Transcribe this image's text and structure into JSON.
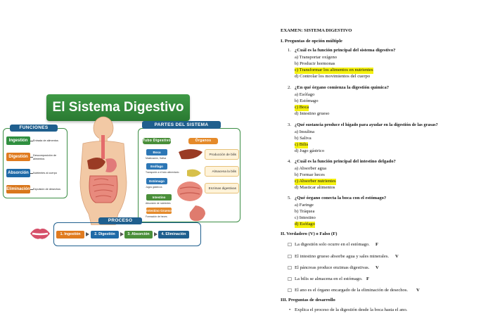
{
  "infographic": {
    "title": "El Sistema Digestivo",
    "funciones": {
      "header": "FUNCIONES",
      "items": [
        {
          "label": "Ingestión",
          "desc": "Entrada de alimentos",
          "color": "#2f8f3f"
        },
        {
          "label": "Digestión",
          "desc": "Descomposición de alimentos",
          "color": "#e07b1f"
        },
        {
          "label": "Absorción",
          "desc": "Nutrientes al cuerpo",
          "color": "#1f6aa7"
        },
        {
          "label": "Eliminación",
          "desc": "Expulsión de desechos",
          "color": "#d9771c"
        }
      ]
    },
    "partes": {
      "header": "PARTES DEL SISTEMA DIGESTIVO",
      "tubo_header": "Tubo Digestivo",
      "anexos_header": "Órganos Anexos",
      "tubo_items": [
        {
          "label": "Boca",
          "sub": "Masticación, Saliva"
        },
        {
          "label": "Esófago",
          "sub": "Transporte a el bolo alimentario"
        },
        {
          "label": "Estómago",
          "sub": "Jugos gástricos"
        },
        {
          "label": "Intestino Delgado",
          "sub": "Absorción de nutrientes"
        },
        {
          "label": "Intestino Grueso",
          "sub": "Formación de heces"
        }
      ],
      "anexos_items": [
        "Producción de bilis",
        "Almacena la bilis",
        "Enzimas digestivas"
      ]
    },
    "proceso": {
      "header": "PROCESO",
      "steps": [
        "1. Ingestión",
        "2. Digestión",
        "3. Absorción",
        "4. Eliminación"
      ]
    }
  },
  "exam": {
    "title": "EXAMEN: SISTEMA DIGESTIVO",
    "section1": "I. Preguntas de opción múltiple",
    "questions": [
      {
        "num": "1.",
        "text": "¿Cuál es la función principal del sistema digestivo?",
        "options": [
          "a) Transportar oxígeno",
          "b) Producir hormonas",
          "c) Transformar los alimentos en nutrientes",
          "d) Controlar los movimientos del cuerpo"
        ],
        "answer": 2
      },
      {
        "num": "2.",
        "text": "¿En qué órgano comienza la digestión química?",
        "options": [
          "a) Esófago",
          "b) Estómago",
          "c) Boca",
          "d) Intestino grueso"
        ],
        "answer": 2
      },
      {
        "num": "3.",
        "text": "¿Qué sustancia produce el hígado para ayudar en la digestión de las grasas?",
        "options": [
          "a) Insulina",
          "b) Saliva",
          "c) Bilis",
          "d) Jugo gástrico"
        ],
        "answer": 2
      },
      {
        "num": "4.",
        "text": "¿Cuál es la función principal del intestino delgado?",
        "options": [
          "a) Absorber agua",
          "b) Formar heces",
          "c) Absorber nutrientes",
          "d) Masticar alimentos"
        ],
        "answer": 2
      },
      {
        "num": "5.",
        "text": "¿Qué órgano conecta la boca con el estómago?",
        "options": [
          "a) Faringe",
          "b) Tráquea",
          "c) Intestino",
          "d) Esófago"
        ],
        "answer": 3
      }
    ],
    "section2": "II. Verdadero (V) o Falso (F)",
    "tf": [
      {
        "text": "La digestión solo ocurre en el estómago.",
        "answer": "F"
      },
      {
        "text": "El intestino grueso absorbe agua y sales minerales.",
        "answer": "V"
      },
      {
        "text": "El páncreas produce enzimas digestivas.",
        "answer": "V"
      },
      {
        "text": "La bilis se almacena en el estómago.",
        "answer": "F"
      },
      {
        "text": "El ano es el órgano encargado de la eliminación de desechos.",
        "answer": "V"
      }
    ],
    "checkbox_glyph": "☐",
    "section3": "III. Preguntas de desarrollo",
    "dev": [
      "Explica el proceso de la digestión desde la boca hasta el ano."
    ],
    "highlight_color": "#f5f10e"
  }
}
